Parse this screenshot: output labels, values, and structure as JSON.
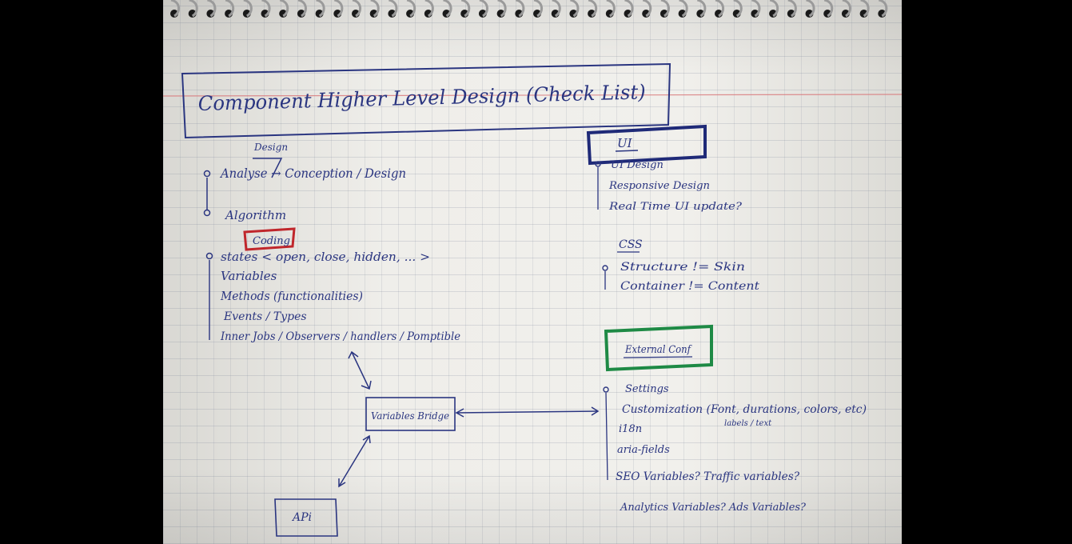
{
  "title_box": {
    "title": "Component Higher Level Design (Check List)"
  },
  "left_column": {
    "design_note": "Design",
    "analysis_line": "Analyse → Conception / Design",
    "algorithm": "Algorithm",
    "coding_label": "Coding",
    "items": [
      "states < open, close, hidden, ... >",
      "Variables",
      "Methods (functionalities)",
      "Events / Types",
      "Inner Jobs / Observers / handlers / Pomptible"
    ]
  },
  "bridge": {
    "label": "Variables Bridge",
    "api_label": "APi"
  },
  "ui_section": {
    "header": "UI",
    "items": [
      "UI Design",
      "Responsive Design",
      "Real Time UI update?"
    ]
  },
  "css_section": {
    "header": "CSS",
    "items": [
      "Structure != Skin",
      "Container != Content"
    ]
  },
  "external_section": {
    "header": "External Conf",
    "items": [
      "Settings",
      "Customization (Font, durations, colors, etc)",
      "i18n",
      "aria-fields",
      "SEO Variables? Traffic variables?",
      "Analytics Variables? Ads Variables?"
    ],
    "customization_note": "labels / text"
  },
  "colors": {
    "ink_blue": "#2a3580",
    "box_navy": "#1f2a78",
    "coding_red": "#c0262b",
    "conf_green": "#1e8a45",
    "margin_red": "#d9777a",
    "paper": "#ecebe6"
  }
}
